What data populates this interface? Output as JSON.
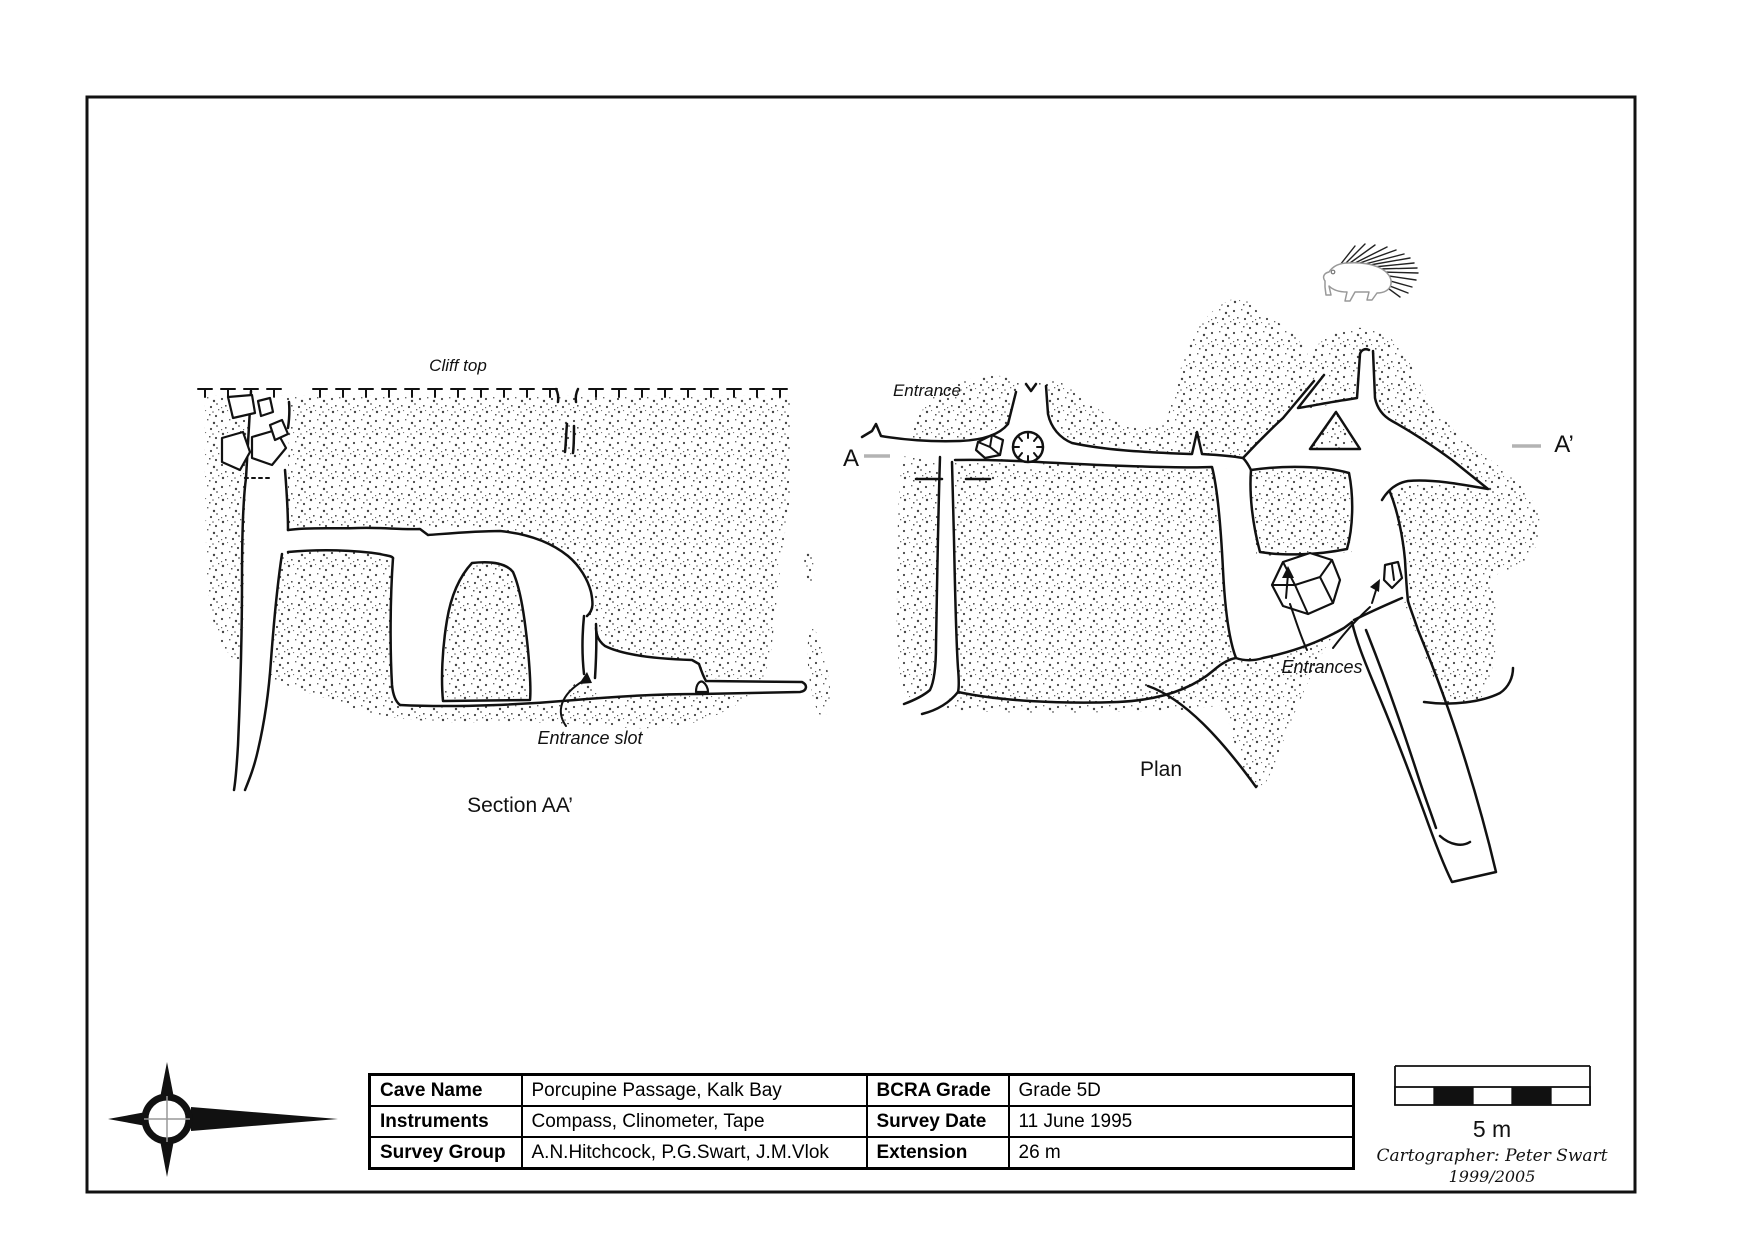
{
  "labels": {
    "cliff_top": "Cliff top",
    "entrance_slot": "Entrance slot",
    "section_title": "Section AA’",
    "entrance": "Entrance",
    "entrances": "Entrances",
    "plan_title": "Plan",
    "a_marker": "A",
    "a_prime_marker": "A’"
  },
  "table": {
    "rows": [
      {
        "label": "Cave Name",
        "value": "Porcupine Passage, Kalk Bay",
        "label2": "BCRA Grade",
        "value2": "Grade 5D"
      },
      {
        "label": "Instruments",
        "value": "Compass, Clinometer, Tape",
        "label2": "Survey Date",
        "value2": "11 June 1995"
      },
      {
        "label": "Survey Group",
        "value": "A.N.Hitchcock, P.G.Swart, J.M.Vlok",
        "label2": "Extension",
        "value2": "26 m"
      }
    ]
  },
  "scale_bar": {
    "label": "5 m"
  },
  "credits": {
    "cartographer": "Cartographer: Peter Swart",
    "years": "1999/2005"
  },
  "colors": {
    "ink": "#111111",
    "marker_gray": "#b3b3b3",
    "paper": "#ffffff"
  }
}
